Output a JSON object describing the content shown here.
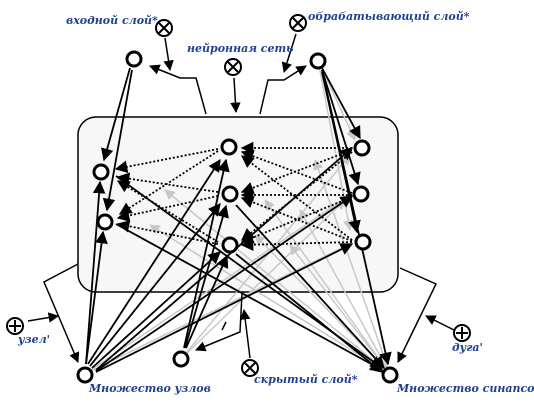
{
  "labels": {
    "input_layer": "входной слой*",
    "processing_layer": "обрабатывающий слой*",
    "neural_network": "нейронная сеть",
    "node": "узел'",
    "arc": "дуга'",
    "node_set": "Множество узлов",
    "hidden_layer": "скрытый слой*",
    "synapse_set": "Множество синапсов"
  },
  "colors": {
    "label_text": "#1f3f8f",
    "stroke": "#000000",
    "grey_arc": "#c8c8c8",
    "box_fill": "#f7f7f7"
  },
  "symbols": {
    "input_layer": "cross-circle",
    "processing_layer": "cross-circle",
    "neural_network": "cross-circle",
    "hidden_layer": "cross-circle",
    "node": "plus-circle",
    "arc": "plus-circle"
  }
}
